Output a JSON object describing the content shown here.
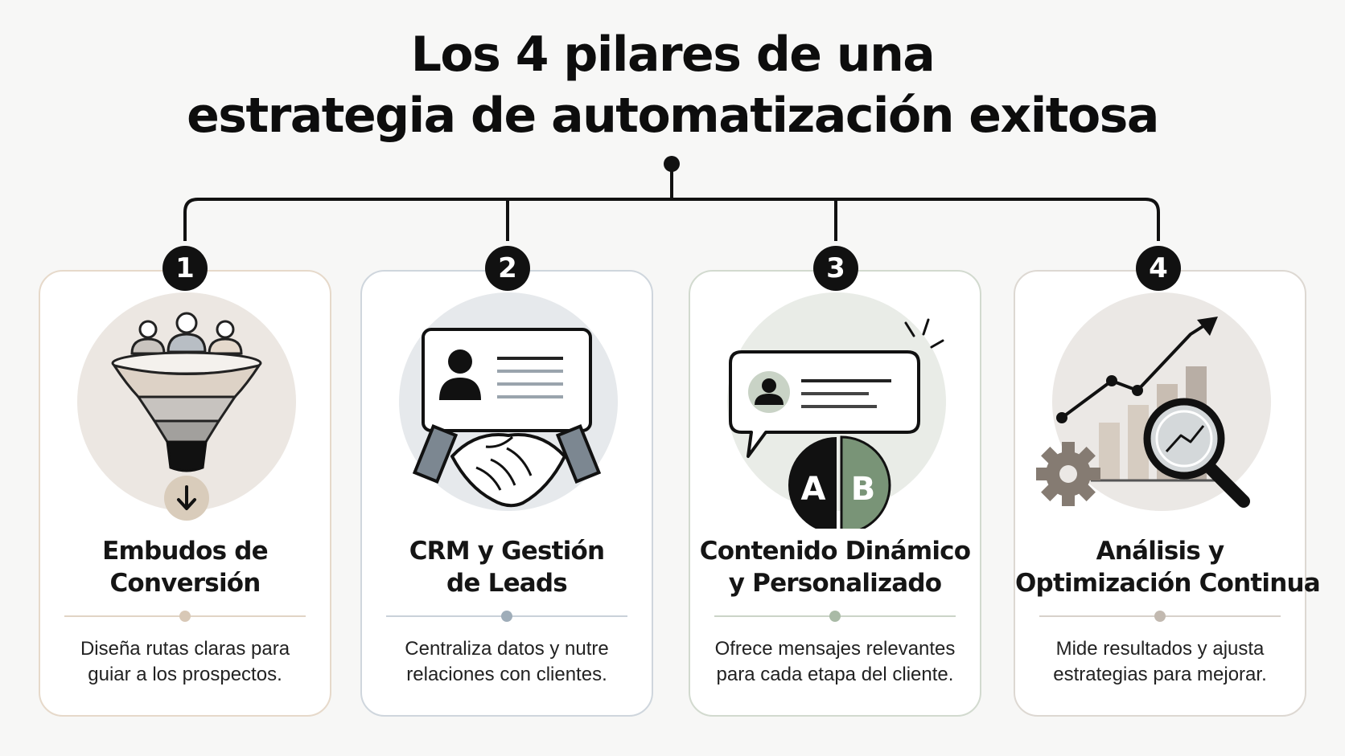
{
  "header": {
    "title_line1": "Los 4 pilares de una",
    "title_line2": "estrategia de automatización exitosa"
  },
  "colors": {
    "background": "#f7f7f6",
    "ink": "#111111",
    "pillar1_accent": "#d8c8b6",
    "pillar2_accent": "#b9c3cc",
    "pillar3_accent": "#bfcabe",
    "pillar4_accent": "#d2ccc6"
  },
  "pillars": [
    {
      "number": "1",
      "title_line1": "Embudos de",
      "title_line2": "Conversión",
      "desc_line1": "Diseña rutas claras para",
      "desc_line2": "guiar a los prospectos.",
      "icon": "conversion-funnel-icon"
    },
    {
      "number": "2",
      "title_line1": "CRM y Gestión",
      "title_line2": "de Leads",
      "desc_line1": "Centraliza datos y nutre",
      "desc_line2": "relaciones con clientes.",
      "icon": "crm-handshake-icon"
    },
    {
      "number": "3",
      "title_line1": "Contenido Dinámico",
      "title_line2": "y Personalizado",
      "desc_line1": "Ofrece mensajes relevantes",
      "desc_line2": "para cada etapa del cliente.",
      "icon": "ab-test-message-icon",
      "ab_labels": [
        "A",
        "B"
      ]
    },
    {
      "number": "4",
      "title_line1": "Análisis y",
      "title_line2": "Optimización Continua",
      "desc_line1": "Mide resultados y ajusta",
      "desc_line2": "estrategias para mejorar.",
      "icon": "analytics-magnifier-icon"
    }
  ]
}
